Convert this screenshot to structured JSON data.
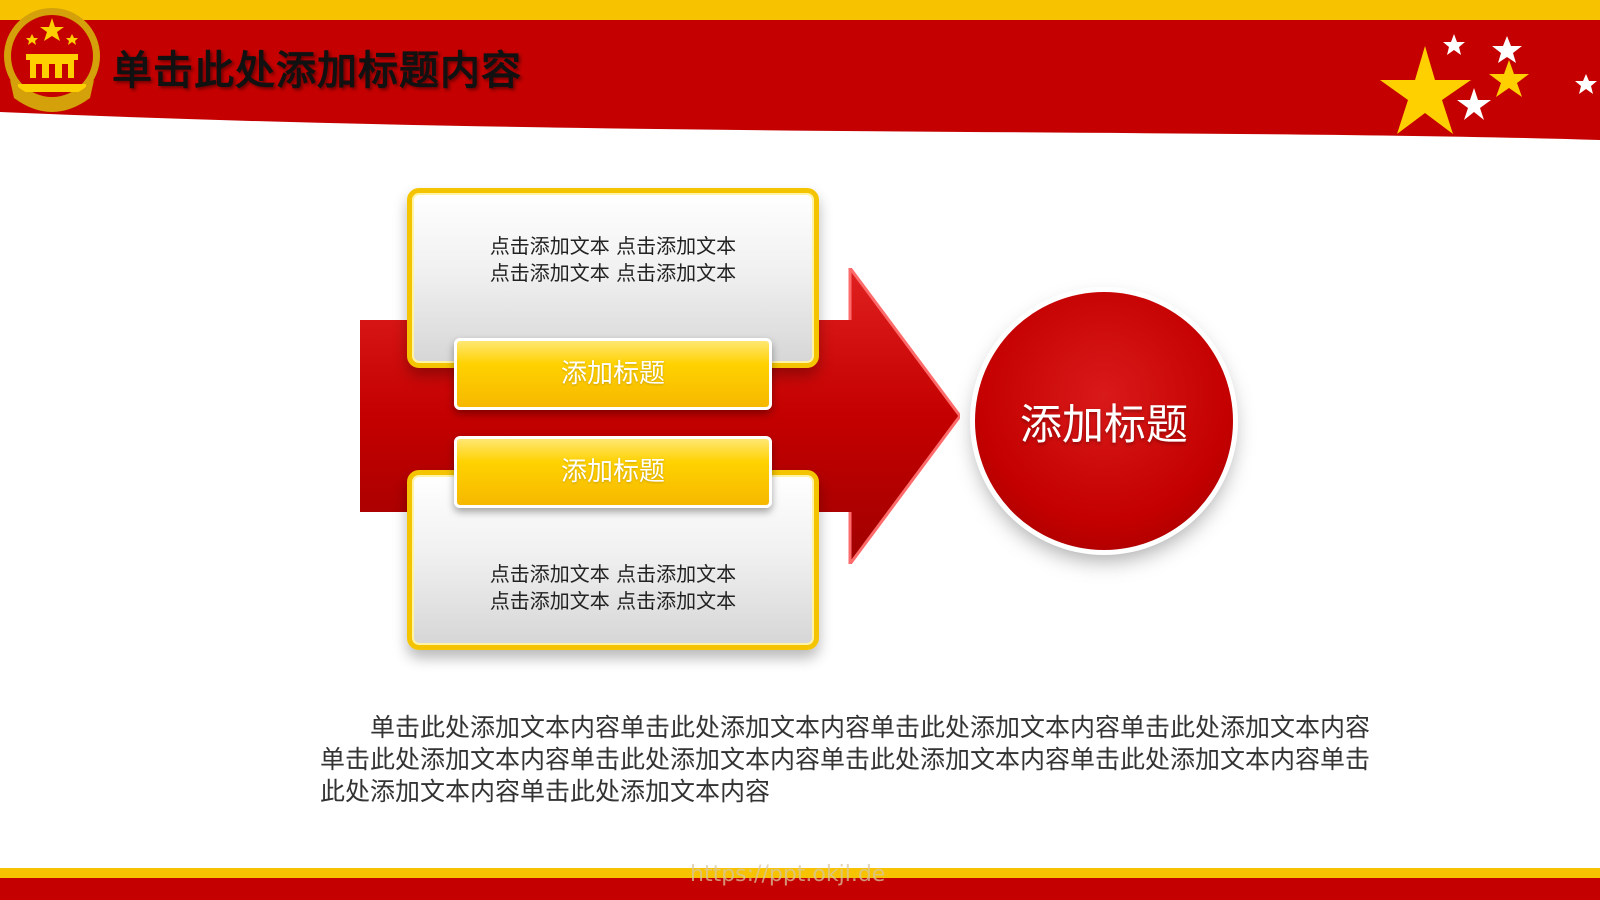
{
  "slide": {
    "title": "单击此处添加标题内容",
    "colors": {
      "red": "#c40000",
      "gold": "#f6c000",
      "white": "#ffffff"
    }
  },
  "diagram": {
    "top_box": {
      "lines": [
        "点击添加文本 点击添加文本",
        "点击添加文本 点击添加文本"
      ],
      "tag": "添加标题"
    },
    "bottom_box": {
      "lines": [
        "点击添加文本 点击添加文本",
        "点击添加文本 点击添加文本"
      ],
      "tag": "添加标题"
    },
    "circle_label": "添加标题"
  },
  "body_text": "单击此处添加文本内容单击此处添加文本内容单击此处添加文本内容单击此处添加文本内容单击此处添加文本内容单击此处添加文本内容单击此处添加文本内容单击此处添加文本内容单击此处添加文本内容单击此处添加文本内容",
  "watermark": "https://ppt.okjl.de",
  "icons": [
    "national-emblem-icon",
    "star-icon",
    "arrow-icon"
  ]
}
